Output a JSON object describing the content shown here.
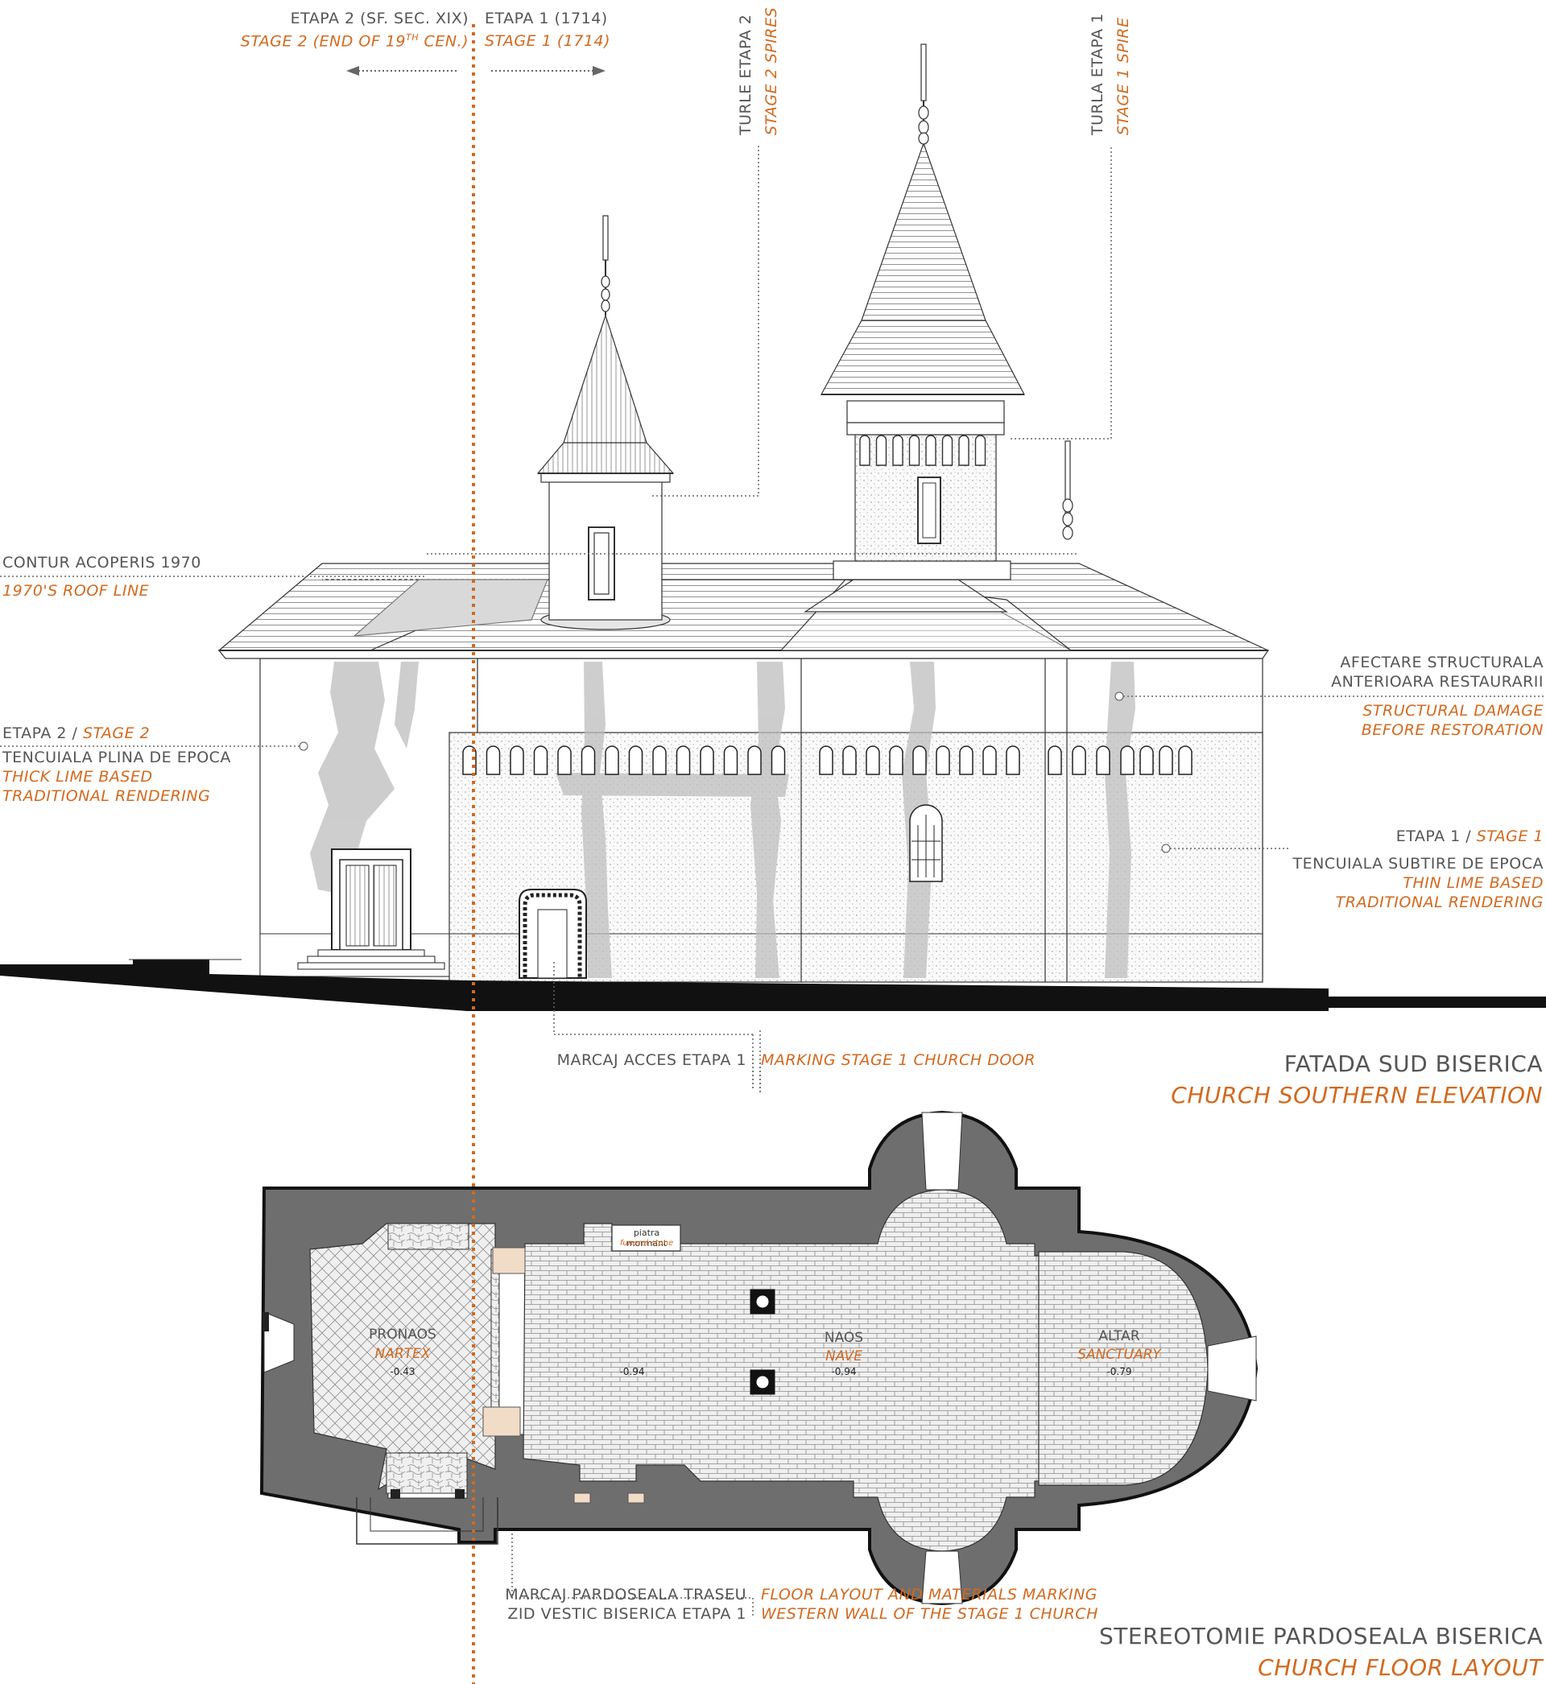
{
  "colors": {
    "accent": "#d2691e",
    "text": "#555555",
    "wall": "#707070",
    "line": "#222222"
  },
  "top": {
    "stage2": {
      "ro": "ETAPA  2 (SF. SEC. XIX)",
      "en_pre": "STAGE 2 (END OF 19",
      "en_sup": "TH",
      "en_post": " CEN.)"
    },
    "stage1": {
      "ro": "ETAPA  1 (1714)",
      "en": "STAGE 1 (1714)"
    }
  },
  "spires": {
    "stage2": {
      "ro": "TURLE ETAPA  2",
      "en": "STAGE 2 SPIRES"
    },
    "stage1": {
      "ro": "TURLA ETAPA  1",
      "en": "STAGE 1 SPIRE"
    }
  },
  "elevation_labels": {
    "roof": {
      "ro": "CONTUR ACOPERIS 1970",
      "en": "1970'S ROOF LINE"
    },
    "left": {
      "ro_a": "ETAPA 2 / ",
      "en_a": "STAGE 2",
      "ro_b": "TENCUIALA PLINA DE EPOCA",
      "en_b1": "THICK LIME BASED",
      "en_b2": "TRADITIONAL RENDERING"
    },
    "damage": {
      "ro1": "AFECTARE STRUCTURALA",
      "ro2": "ANTERIOARA RESTAURARII",
      "en1": "STRUCTURAL DAMAGE",
      "en2": "BEFORE RESTORATION"
    },
    "right": {
      "ro_a": "ETAPA 1 / ",
      "en_a": "STAGE 1",
      "ro_b": "TENCUIALA SUBTIRE DE EPOCA",
      "en_b1": "THIN LIME BASED",
      "en_b2": "TRADITIONAL RENDERING"
    },
    "door": {
      "ro": "MARCAJ ACCES ETAPA 1",
      "en": "MARKING STAGE 1 CHURCH DOOR"
    }
  },
  "titles": {
    "elevation": {
      "ro": "FATADA SUD BISERICA",
      "en": "CHURCH SOUTHERN ELEVATION"
    },
    "plan": {
      "ro": "STEREOTOMIE PARDOSEALA BISERICA",
      "en": "CHURCH FLOOR LAYOUT"
    }
  },
  "plan": {
    "rooms": [
      {
        "ro": "PRONAOS",
        "en": "NARTEX",
        "level": "-0.43"
      },
      {
        "ro": "NAOS",
        "en": "NAVE",
        "level": "-0.94"
      },
      {
        "ro": "ALTAR",
        "en": "SANCTUARY",
        "level": "-0.79"
      }
    ],
    "extra_level": "-0.94",
    "stone": {
      "ro": "piatra mormant",
      "en": "funeral stone"
    },
    "marker": {
      "ro1": "MARCAJ PARDOSEALA TRASEU",
      "ro2": "ZID VESTIC BISERICA ETAPA 1",
      "en1": "FLOOR LAYOUT AND MATERIALS MARKING",
      "en2": "WESTERN WALL OF THE STAGE 1 CHURCH"
    }
  }
}
